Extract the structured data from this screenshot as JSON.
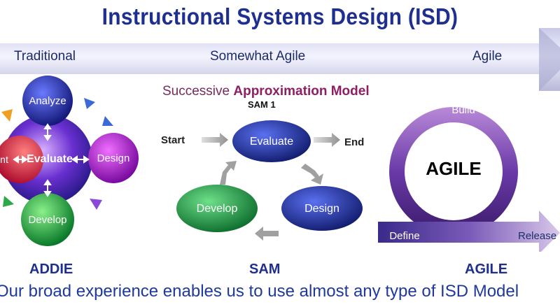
{
  "header": {
    "title": "Instructional Systems Design (ISD)"
  },
  "scale": {
    "left_label": "Traditional",
    "middle_label": "Somewhat Agile",
    "right_label": "Agile"
  },
  "addie": {
    "center": "Evaluate",
    "top": "Analyze",
    "right": "Design",
    "bottom": "Develop",
    "left": "nt",
    "caption": "ADDIE"
  },
  "sam": {
    "title_prefix": "Successive ",
    "title_bold": "Approximation Model",
    "subtitle": "SAM 1",
    "start": "Start",
    "end": "End",
    "evaluate": "Evaluate",
    "design": "Design",
    "develop": "Develop",
    "caption": "SAM"
  },
  "agile": {
    "center": "AGILE",
    "build": "Build",
    "define": "Define",
    "release": "Release",
    "caption": "AGILE"
  },
  "footer": {
    "text": "Our broad experience enables us to use almost any type of ISD Model"
  },
  "colors": {
    "title": "#1f2f8f",
    "accent_blue": "#2a2fa0",
    "accent_purple": "#7a2a9a",
    "green": "#2aa84a"
  }
}
